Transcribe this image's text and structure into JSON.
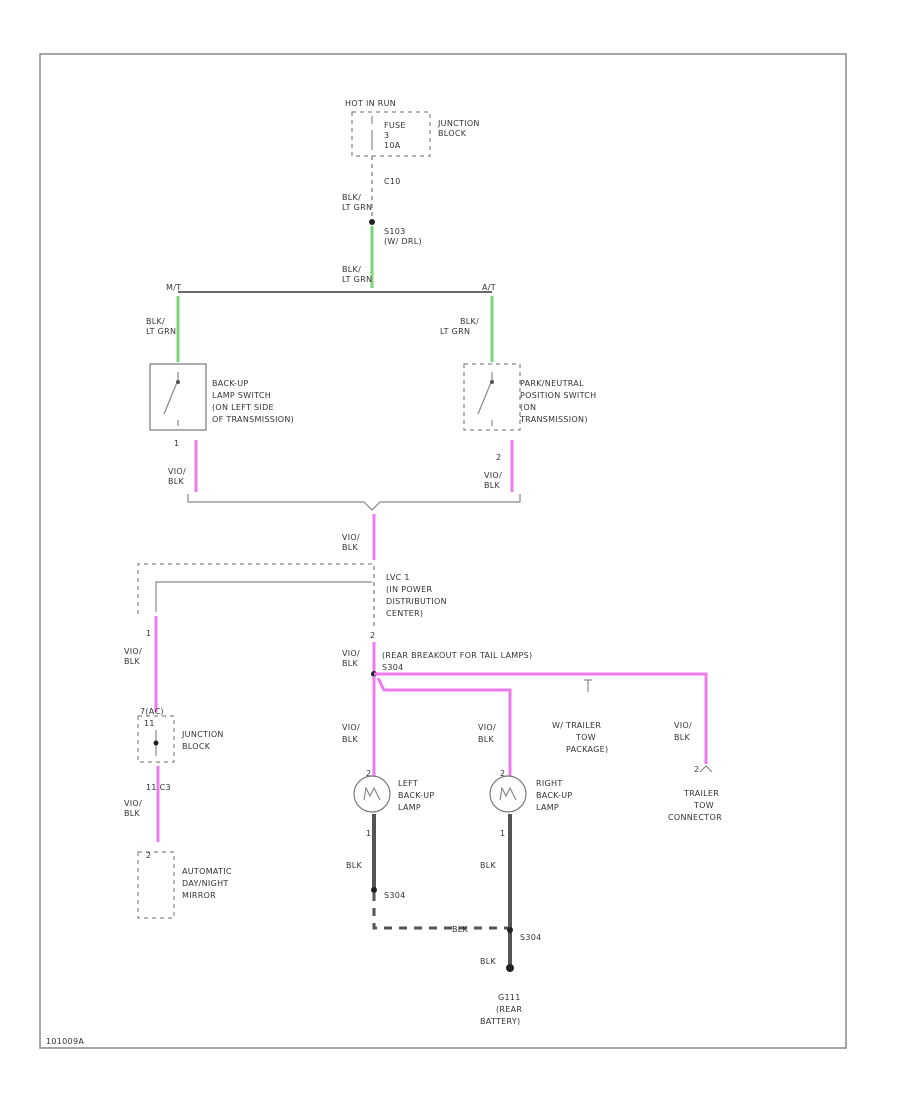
{
  "colors": {
    "green_wire": "#7bd67b",
    "pink_wire": "#ee7bee",
    "gray_wire": "#6a6a6a",
    "ground_wire": "#555555"
  },
  "hot": "HOT IN RUN",
  "fuse": {
    "line1": "FUSE",
    "line2": "3",
    "line3": "10A",
    "block1": "JUNCTION",
    "block2": "BLOCK"
  },
  "conn_top": "C10",
  "wire1": {
    "line1": "BLK/",
    "line2": "LT GRN"
  },
  "splice1": {
    "line1": "S103",
    "line2": "(W/ DRL)"
  },
  "wire2": {
    "line1": "BLK/",
    "line2": "LT GRN"
  },
  "branch_mt": "M/T",
  "branch_at": "A/T",
  "wire_left": {
    "line1": "BLK/",
    "line2": "LT GRN"
  },
  "wire_right": {
    "line1": "BLK/",
    "line2": "LT GRN"
  },
  "backup_switch": {
    "line1": "BACK-UP",
    "line2": "LAMP SWITCH",
    "line3": "(ON LEFT SIDE",
    "line4": "OF TRANSMISSION)"
  },
  "pn_switch": {
    "line1": "PARK/NEUTRAL",
    "line2": "POSITION SWITCH",
    "line3": "(ON",
    "line4": "TRANSMISSION)"
  },
  "pin_left": "1",
  "pin_right": "2",
  "vio_left": {
    "line1": "VIO/",
    "line2": "BLK"
  },
  "vio_right": {
    "line1": "VIO/",
    "line2": "BLK"
  },
  "vio_center": {
    "line1": "VIO/",
    "line2": "BLK"
  },
  "pdc": {
    "line1": "LVC 1",
    "line2": "(IN POWER",
    "line3": "DISTRIBUTION",
    "line4": "CENTER)"
  },
  "pin_pdc": "2",
  "pin_pdc_left": "1",
  "vio_pdc_out": {
    "line1": "VIO/",
    "line2": "BLK"
  },
  "breakout": {
    "line1": "(REAR BREAKOUT FOR TAIL LAMPS)",
    "line2": "S304"
  },
  "vio_jb_in": {
    "line1": "VIO/",
    "line2": "BLK"
  },
  "jb_conn": "7(AC)",
  "jb_pin": "11",
  "jb_label": {
    "line1": "JUNCTION",
    "line2": "BLOCK"
  },
  "jb_out_pins": "11   C3",
  "vio_sensor": {
    "line1": "VIO/",
    "line2": "BLK"
  },
  "sensor_pin": "2",
  "sensor": {
    "line1": "AUTOMATIC",
    "line2": "DAY/NIGHT",
    "line3": "MIRROR"
  },
  "vio_left_lamp": {
    "line1": "VIO/",
    "line2": "BLK"
  },
  "vio_right_lamp": {
    "line1": "VIO/",
    "line2": "BLK"
  },
  "left_lamp": {
    "line1": "LEFT",
    "line2": "BACK-UP",
    "line3": "LAMP"
  },
  "right_lamp": {
    "line1": "RIGHT",
    "line2": "BACK-UP",
    "line3": "LAMP"
  },
  "lamp_pin_top": "2",
  "lamp_pin_bottom": "1",
  "lamp_pin_top_r": "2",
  "lamp_pin_bottom_r": "1",
  "trailer_pkg": {
    "line1": "W/ TRAILER",
    "line2": "TOW",
    "line3": "PACKAGE)"
  },
  "vio_trailer": {
    "line1": "VIO/",
    "line2": "BLK"
  },
  "trailer_pin": "2",
  "trailer": {
    "line1": "TRAILER",
    "line2": "TOW",
    "line3": "CONNECTOR"
  },
  "blk_left": "BLK",
  "blk_right": "BLK",
  "blk_mid": "BLK",
  "blk_ground": "BLK",
  "s304_left": "S304",
  "s304_right": "S304",
  "ground": {
    "line1": "G111",
    "line2": "(REAR",
    "line3": "BATTERY)"
  },
  "footer_code": "101009A"
}
